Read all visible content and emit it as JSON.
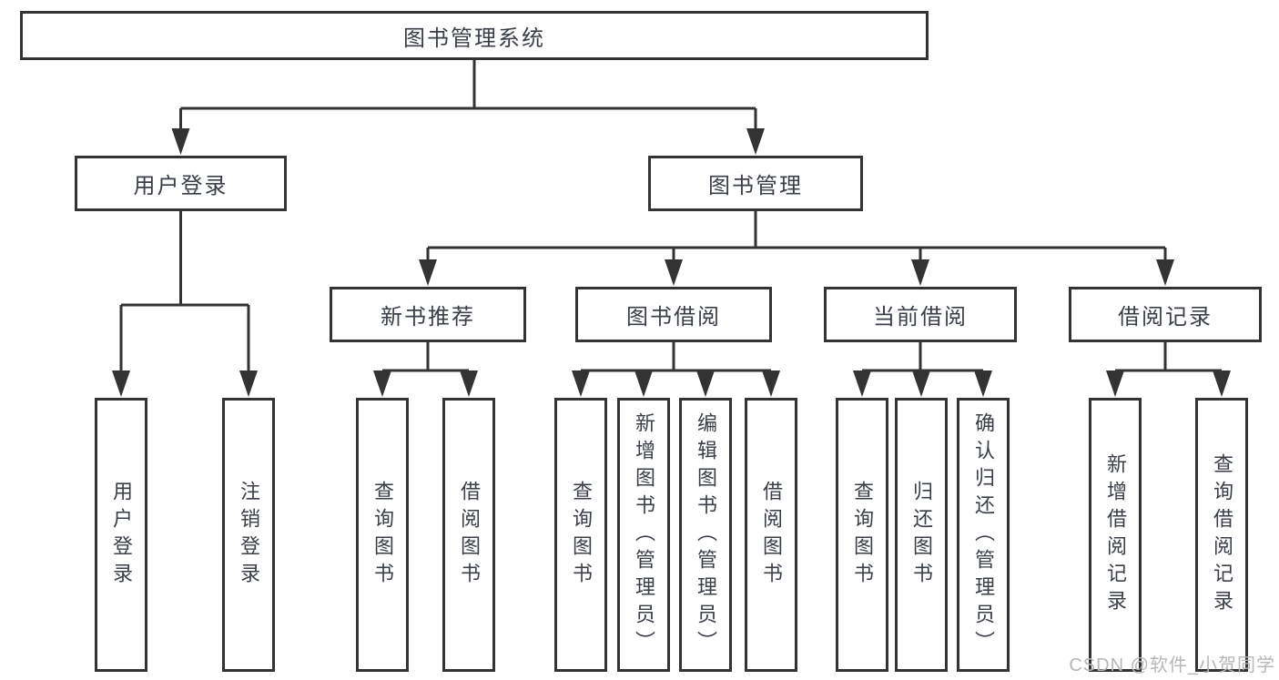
{
  "diagram": {
    "tree": {
      "label": "图书管理系统",
      "children": [
        {
          "label": "用户登录",
          "children": [
            {
              "label": "用户登录"
            },
            {
              "label": "注销登录"
            }
          ]
        },
        {
          "label": "图书管理",
          "children": [
            {
              "label": "新书推荐",
              "children": [
                {
                  "label": "查询图书"
                },
                {
                  "label": "借阅图书"
                }
              ]
            },
            {
              "label": "图书借阅",
              "children": [
                {
                  "label": "查询图书"
                },
                {
                  "label": "新增图书（管理员）"
                },
                {
                  "label": "编辑图书（管理员）"
                },
                {
                  "label": "借阅图书"
                }
              ]
            },
            {
              "label": "当前借阅",
              "children": [
                {
                  "label": "查询图书"
                },
                {
                  "label": "归还图书"
                },
                {
                  "label": "确认归还（管理员）"
                }
              ]
            },
            {
              "label": "借阅记录",
              "children": [
                {
                  "label": "新增借阅记录"
                },
                {
                  "label": "查询借阅记录"
                }
              ]
            }
          ]
        }
      ]
    },
    "watermark": "CSDN @软件_小贺同学",
    "colors": {
      "line": "#333333",
      "text": "#3a3f47",
      "watermark": "#b7b7b7",
      "background": "#ffffff"
    }
  }
}
